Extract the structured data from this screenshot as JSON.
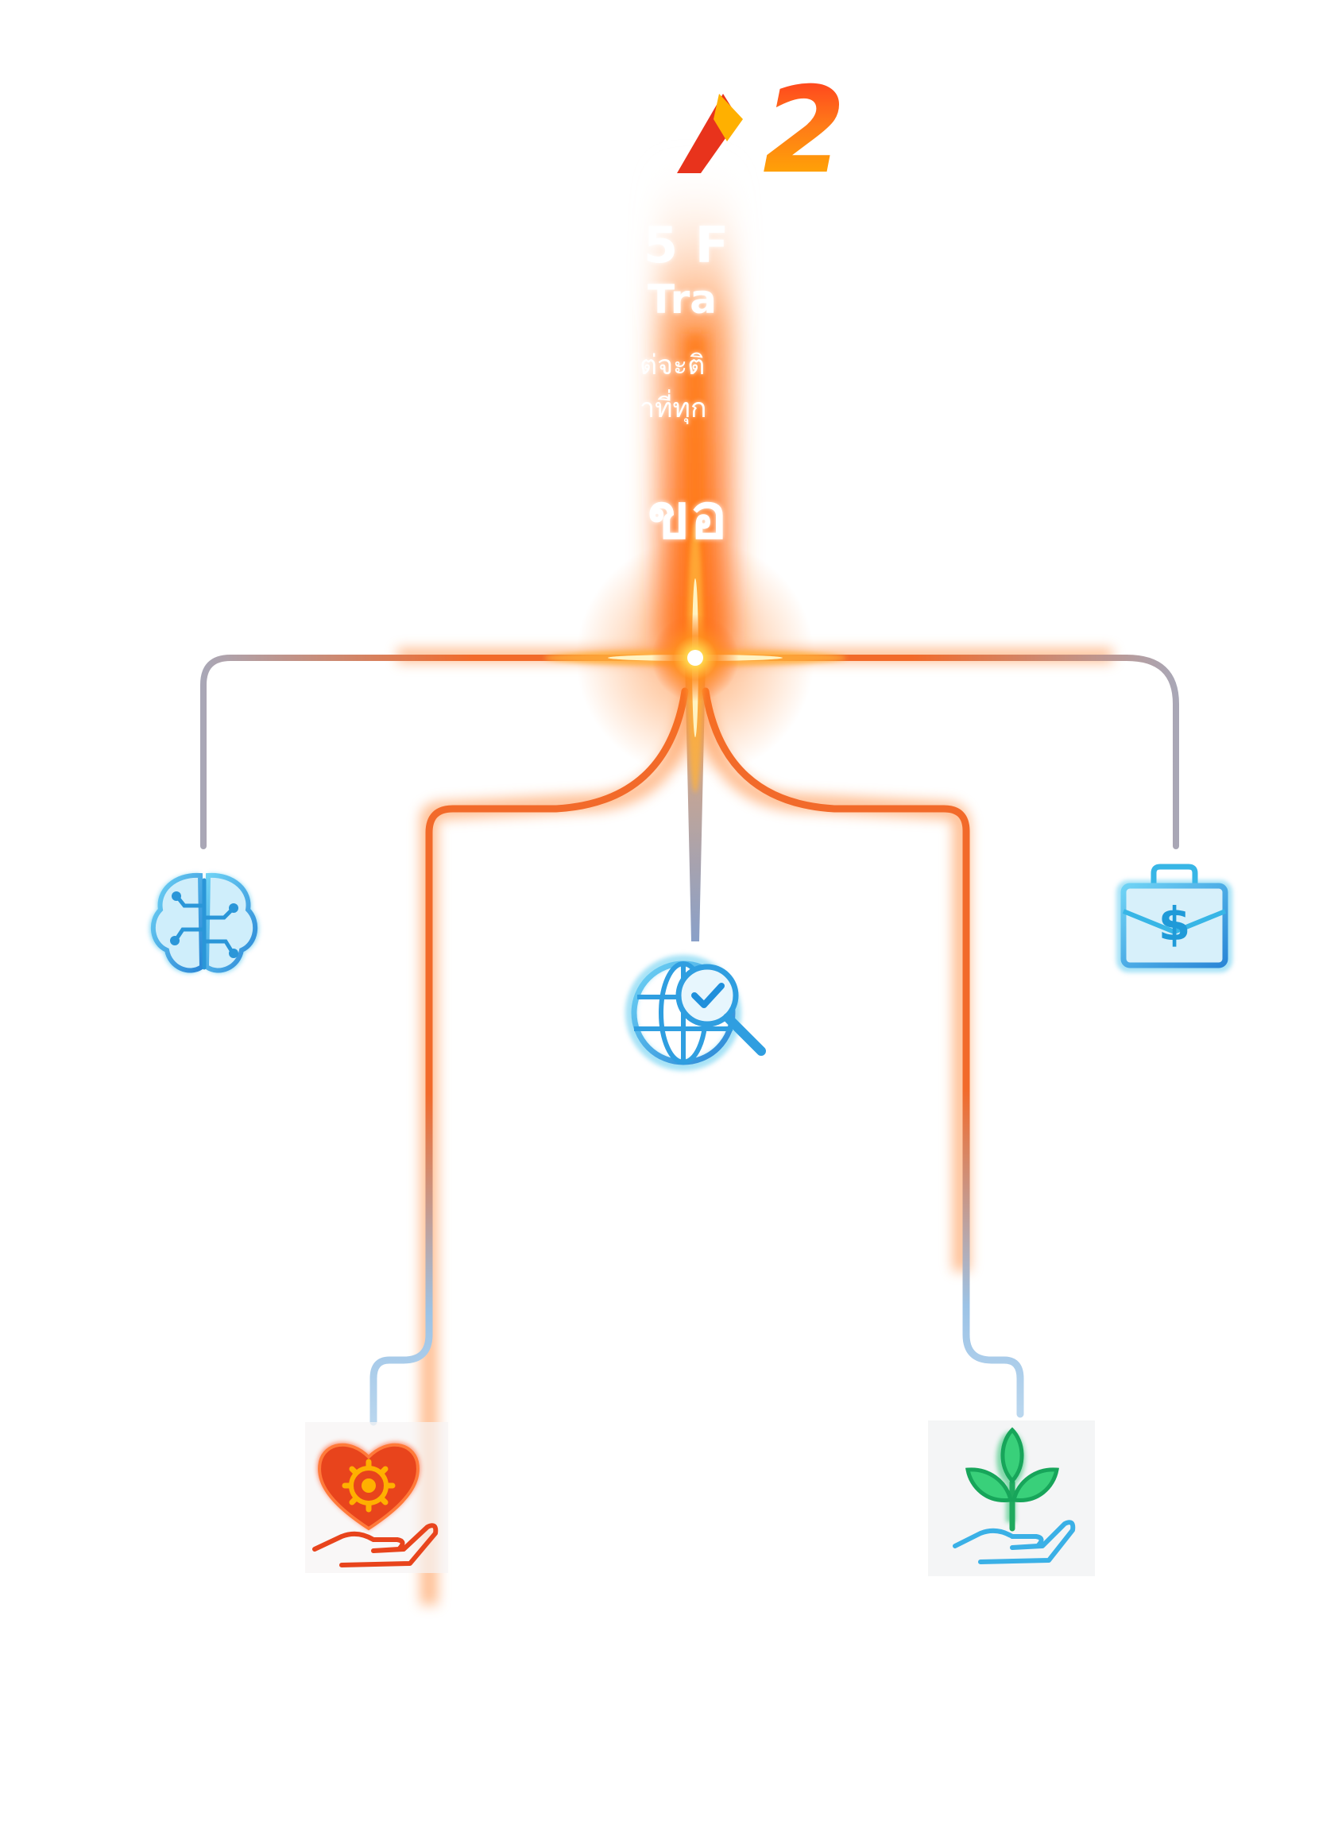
{
  "header": {
    "logo_number": "2",
    "title_fragment": "5 F",
    "subtitle_fragment": "Tra",
    "thai_line_1": "ต่จะติ",
    "thai_line_2": "าที่ทุก",
    "thai_big": "ขอ"
  },
  "nodes": [
    {
      "id": "brain",
      "icon": "brain-circuit-icon",
      "color": "#3aa9e0"
    },
    {
      "id": "global-search",
      "icon": "globe-search-check-icon",
      "color": "#2f9ee0"
    },
    {
      "id": "briefcase",
      "icon": "briefcase-dollar-icon",
      "color": "#38b6e6"
    },
    {
      "id": "heart-care",
      "icon": "heart-gear-hand-icon",
      "color": "#e8441c"
    },
    {
      "id": "plant-care",
      "icon": "plant-hand-icon",
      "color": "#22c06a"
    }
  ],
  "colors": {
    "accent_orange": "#f26a2a",
    "line_blue": "#9cc3e6",
    "line_gray": "#a9a7b6",
    "glow_core": "#ffd24a"
  }
}
